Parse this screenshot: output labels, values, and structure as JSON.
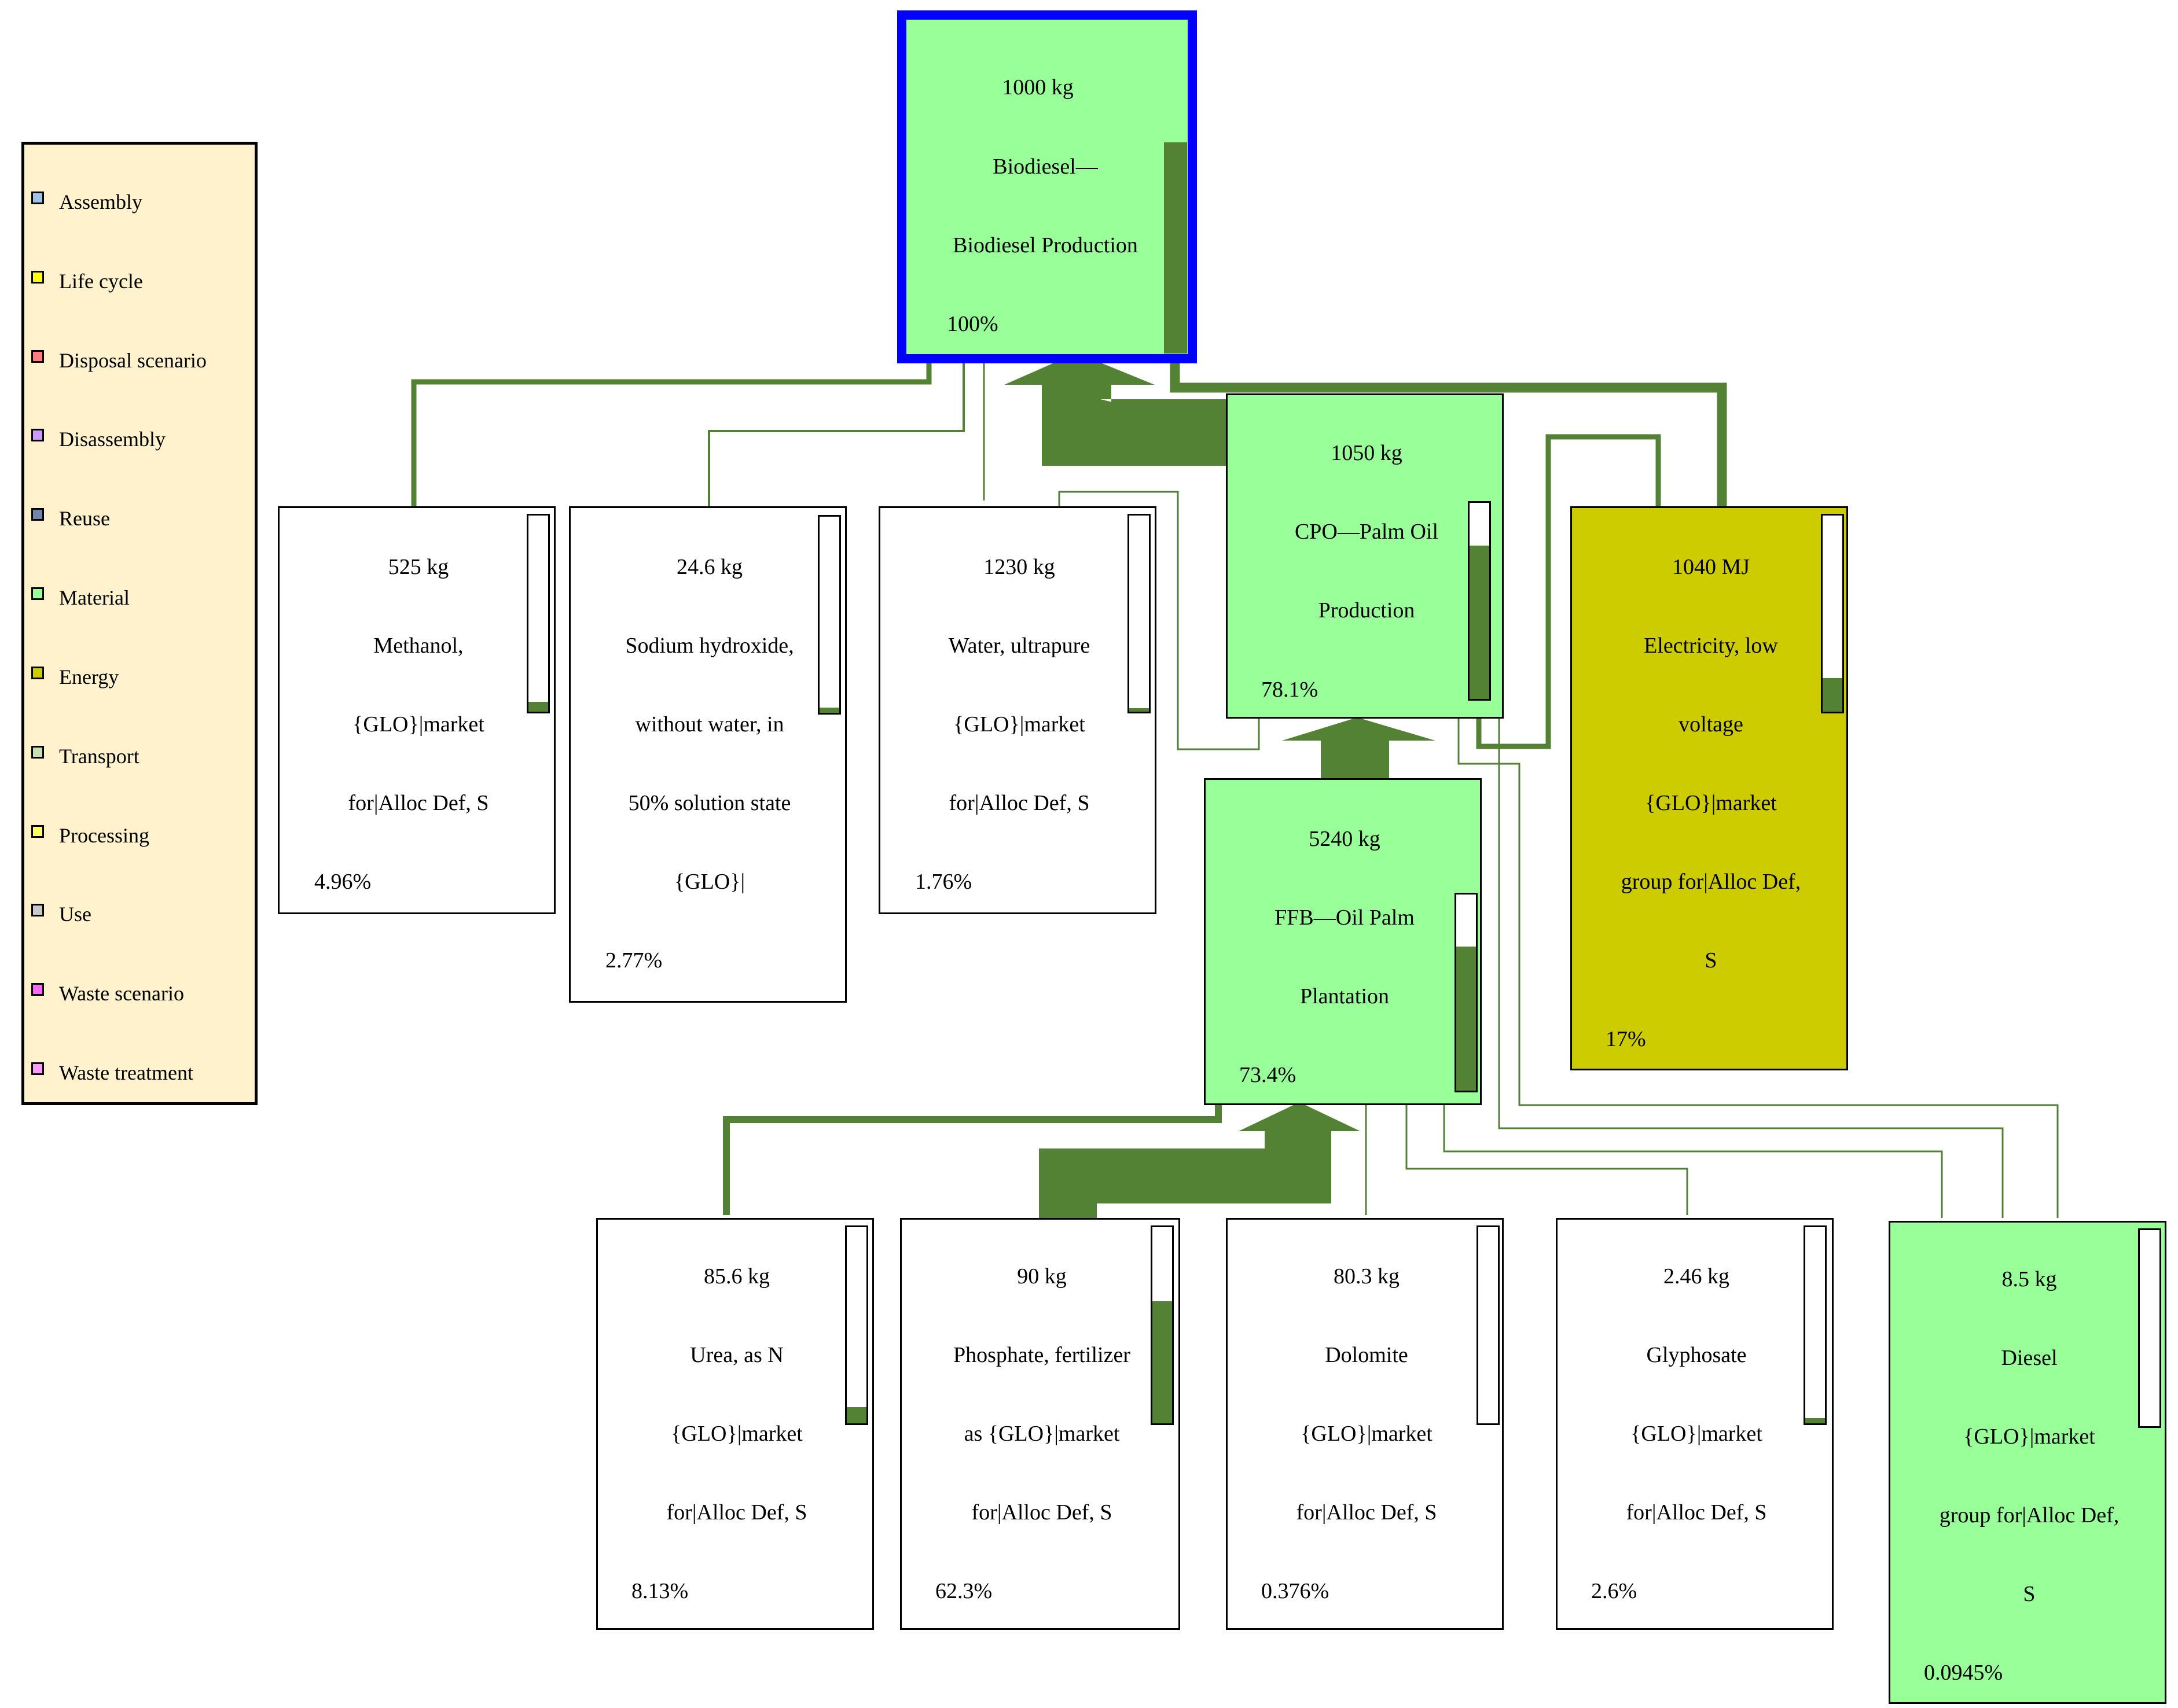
{
  "legend": [
    {
      "label": "Assembly",
      "color": "#9dc3e6"
    },
    {
      "label": "Life cycle",
      "color": "#ffff00"
    },
    {
      "label": "Disposal scenario",
      "color": "#ff7c80"
    },
    {
      "label": "Disassembly",
      "color": "#cc99ff"
    },
    {
      "label": "Reuse",
      "color": "#6f86a8"
    },
    {
      "label": "Material",
      "color": "#99ff99"
    },
    {
      "label": "Energy",
      "color": "#cccc00"
    },
    {
      "label": "Transport",
      "color": "#c6e0b4"
    },
    {
      "label": "Processing",
      "color": "#ffff66"
    },
    {
      "label": "Use",
      "color": "#c9c9c9"
    },
    {
      "label": "Waste scenario",
      "color": "#ff66ff"
    },
    {
      "label": "Waste treatment",
      "color": "#ff99ff"
    }
  ],
  "colors": {
    "material": "#99ff99",
    "energy": "#cccc00",
    "flow": "#548235",
    "highlight_border": "#0000ff",
    "legend_background": "#fff2cc"
  },
  "nodes": {
    "biodiesel": {
      "amount": "1000 kg",
      "lines": [
        "Biodiesel—",
        "Biodiesel Production"
      ],
      "percent": "100%",
      "bar_fill": 1.0,
      "type": "material"
    },
    "cpo": {
      "amount": "1050 kg",
      "lines": [
        "CPO—Palm Oil",
        "Production"
      ],
      "percent": "78.1%",
      "bar_fill": 0.781,
      "type": "material"
    },
    "electricity": {
      "amount": "1040 MJ",
      "lines": [
        "Electricity, low",
        "voltage",
        "{GLO}|market",
        "group for|Alloc Def,",
        "S"
      ],
      "percent": "17%",
      "bar_fill": 0.17,
      "type": "energy"
    },
    "methanol": {
      "amount": "525 kg",
      "lines": [
        "Methanol,",
        "{GLO}|market",
        "for|Alloc Def, S"
      ],
      "percent": "4.96%",
      "bar_fill": 0.0496,
      "type": "none"
    },
    "naoh": {
      "amount": "24.6 kg",
      "lines": [
        "Sodium hydroxide,",
        "without water, in",
        "50% solution state",
        "{GLO}|"
      ],
      "percent": "2.77%",
      "bar_fill": 0.0277,
      "type": "none"
    },
    "water": {
      "amount": "1230 kg",
      "lines": [
        "Water, ultrapure",
        "{GLO}|market",
        "for|Alloc Def, S"
      ],
      "percent": "1.76%",
      "bar_fill": 0.0176,
      "type": "none"
    },
    "ffb": {
      "amount": "5240 kg",
      "lines": [
        "FFB—Oil Palm",
        "Plantation"
      ],
      "percent": "73.4%",
      "bar_fill": 0.734,
      "type": "material"
    },
    "urea": {
      "amount": "85.6 kg",
      "lines": [
        "Urea, as N",
        "{GLO}|market",
        "for|Alloc Def, S"
      ],
      "percent": "8.13%",
      "bar_fill": 0.0813,
      "type": "none"
    },
    "phosphate": {
      "amount": "90 kg",
      "lines": [
        "Phosphate, fertilizer",
        "as {GLO}|market",
        "for|Alloc Def, S"
      ],
      "percent": "62.3%",
      "bar_fill": 0.623,
      "type": "none"
    },
    "dolomite": {
      "amount": "80.3 kg",
      "lines": [
        "Dolomite",
        "{GLO}|market",
        "for|Alloc Def, S"
      ],
      "percent": "0.376%",
      "bar_fill": 0.00376,
      "type": "none"
    },
    "glyphosate": {
      "amount": "2.46 kg",
      "lines": [
        "Glyphosate",
        "{GLO}|market",
        "for|Alloc Def, S"
      ],
      "percent": "2.6%",
      "bar_fill": 0.026,
      "type": "none"
    },
    "diesel": {
      "amount": "8.5 kg",
      "lines": [
        "Diesel",
        "{GLO}|market",
        "group for|Alloc Def,",
        "S"
      ],
      "percent": "0.0945%",
      "bar_fill": 0.000945,
      "type": "material"
    }
  }
}
